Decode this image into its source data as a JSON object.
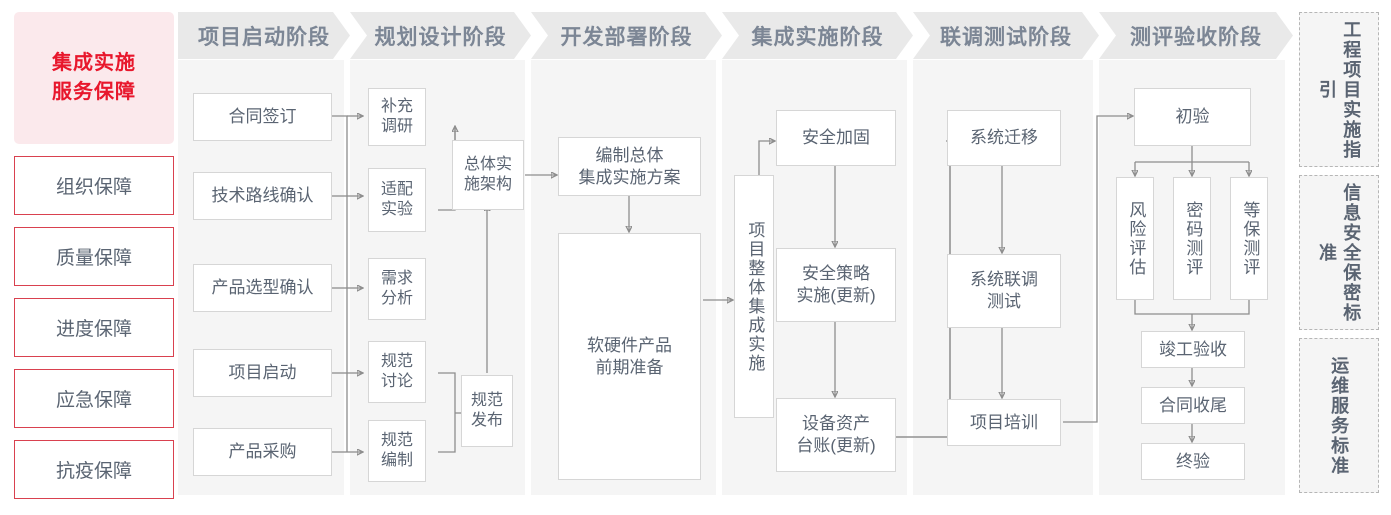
{
  "left_rail": {
    "title": "集成实施\n服务保障",
    "title_line1": "集成实施",
    "title_line2": "服务保障",
    "items": [
      {
        "label": "组织保障"
      },
      {
        "label": "质量保障"
      },
      {
        "label": "进度保障"
      },
      {
        "label": "应急保障"
      },
      {
        "label": "抗疫保障"
      }
    ]
  },
  "phases": [
    {
      "id": "phase-1",
      "header": "项目启动阶段"
    },
    {
      "id": "phase-2",
      "header": "规划设计阶段"
    },
    {
      "id": "phase-3",
      "header": "开发部署阶段"
    },
    {
      "id": "phase-4",
      "header": "集成实施阶段"
    },
    {
      "id": "phase-5",
      "header": "联调测试阶段"
    },
    {
      "id": "phase-6",
      "header": "测评验收阶段"
    }
  ],
  "nodes": {
    "p1_n1": "合同签订",
    "p1_n2": "技术路线确认",
    "p1_n3": "产品选型确认",
    "p1_n4": "项目启动",
    "p1_n5": "产品采购",
    "p2_n1_l1": "补充",
    "p2_n1_l2": "调研",
    "p2_n2_l1": "适配",
    "p2_n2_l2": "实验",
    "p2_n3_l1": "需求",
    "p2_n3_l2": "分析",
    "p2_n4_l1": "规范",
    "p2_n4_l2": "讨论",
    "p2_n5_l1": "规范",
    "p2_n5_l2": "编制",
    "p2_n6_l1": "总体实",
    "p2_n6_l2": "施架构",
    "p2_n7_l1": "规范",
    "p2_n7_l2": "发布",
    "p3_n1_l1": "编制总体",
    "p3_n1_l2": "集成实施方案",
    "p3_n2_l1": "软硬件产品",
    "p3_n2_l2": "前期准备",
    "p4_n1": "项目整体集成实施",
    "p4_n2": "安全加固",
    "p4_n3_l1": "安全策略",
    "p4_n3_l2": "实施(更新)",
    "p4_n4_l1": "设备资产",
    "p4_n4_l2": "台账(更新)",
    "p5_n1": "系统迁移",
    "p5_n2_l1": "系统联调",
    "p5_n2_l2": "测试",
    "p5_n3": "项目培训",
    "p6_n1": "初验",
    "p6_n2": "风险评估",
    "p6_n3": "密码测评",
    "p6_n4": "等保测评",
    "p6_n5": "竣工验收",
    "p6_n6": "合同收尾",
    "p6_n7": "终验"
  },
  "right_rail": {
    "items": [
      {
        "label": "工程项目实施指引"
      },
      {
        "label": "信息安全保密标准"
      },
      {
        "label": "运维服务标准"
      }
    ]
  },
  "colors": {
    "accent_red": "#e8172c",
    "rail_border": "#d9414f",
    "rail_bg": "#fbe9ec",
    "panel_bg": "#f5f5f5",
    "header_bg": "#e9e9e9",
    "header_text": "#7c8695",
    "node_border": "#d6d6d6",
    "text": "#5a6472",
    "wire": "#8d8d8d"
  }
}
